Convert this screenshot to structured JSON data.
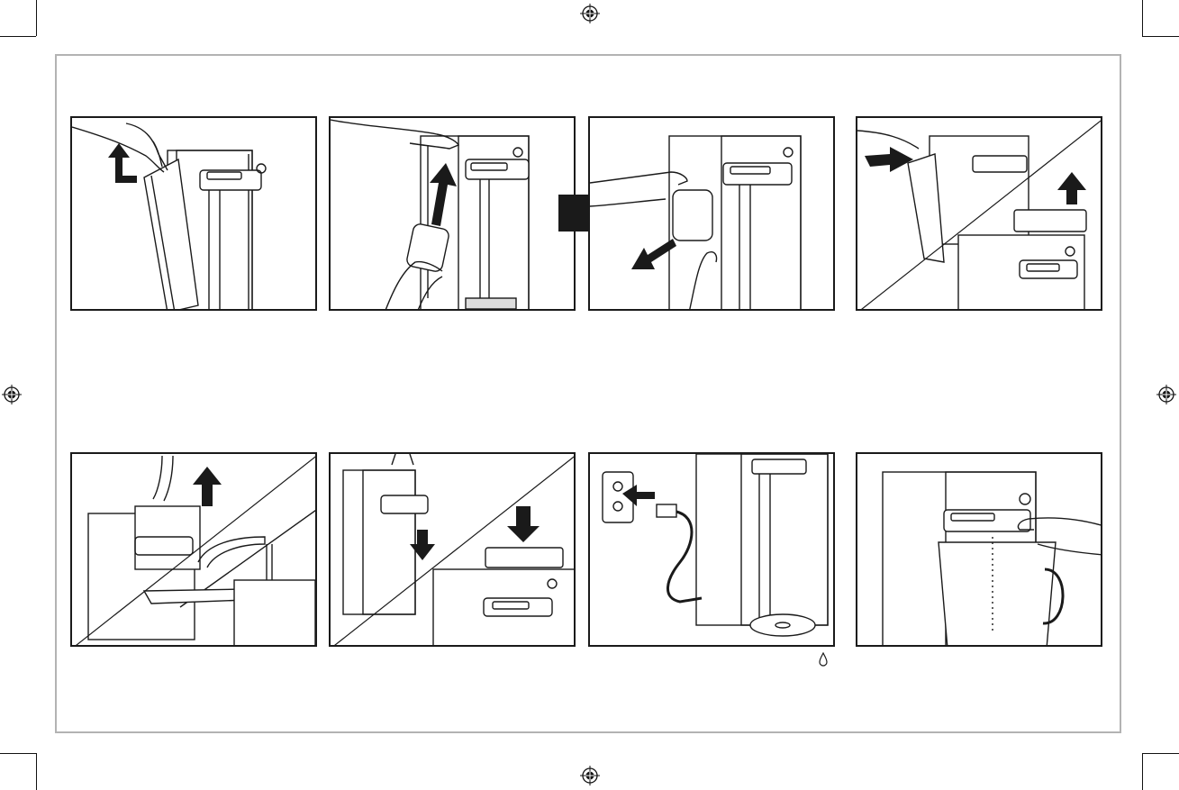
{
  "page": {
    "panels": [
      {
        "id": 1,
        "scene": "lift-lid"
      },
      {
        "id": 2,
        "scene": "insert-filter"
      },
      {
        "id": 3,
        "scene": "remove-filter"
      },
      {
        "id": 4,
        "scene": "remove-cover"
      },
      {
        "id": 5,
        "scene": "fill-reservoir"
      },
      {
        "id": 6,
        "scene": "replace-reservoir"
      },
      {
        "id": 7,
        "scene": "plug-in"
      },
      {
        "id": 8,
        "scene": "dispense"
      }
    ]
  },
  "icons": {
    "registration": "registration-mark-icon",
    "crop": "crop-mark-icon",
    "drop": "water-drop-icon",
    "up_arrow": "arrow-up-icon",
    "down_arrow": "arrow-down-icon"
  },
  "colors": {
    "line": "#1a1a1a",
    "frame": "#b3b3b3",
    "fill": "#ffffff"
  }
}
